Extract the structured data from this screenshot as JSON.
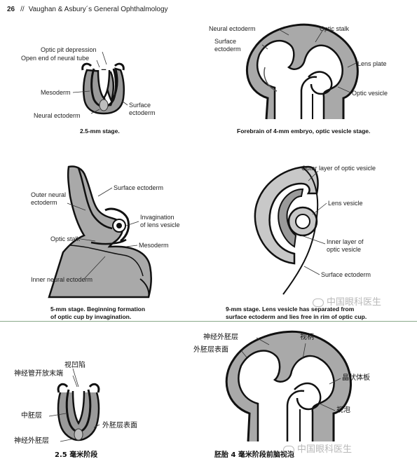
{
  "header": {
    "page_number": "26",
    "separator": "//",
    "book_title": "Vaughan & Asbury´s General Ophthalmology"
  },
  "top": {
    "fig1": {
      "labels": {
        "optic_pit": "Optic pit depression",
        "open_end": "Open end of neural tube",
        "mesoderm": "Mesoderm",
        "surface": "Surface",
        "surface2": "ectoderm",
        "neural": "Neural ectoderm"
      },
      "caption": "2.5-mm stage."
    },
    "fig2": {
      "labels": {
        "neural": "Neural ectoderm",
        "surface": "Surface",
        "surface2": "ectoderm",
        "optic_stalk": "Optic stalk",
        "lens_plate": "Lens plate",
        "optic_vesicle": "Optic vesicle"
      },
      "caption": "Forebrain of 4-mm embryo, optic vesicle stage."
    },
    "fig3": {
      "labels": {
        "surface": "Surface ectoderm",
        "outer1": "Outer neural",
        "outer2": "ectoderm",
        "invag1": "Invagination",
        "invag2": "of lens vesicle",
        "optic_stalk": "Optic stalk",
        "mesoderm": "Mesoderm",
        "inner": "Inner neural ectoderm"
      },
      "caption1": "5-mm stage. Beginning formation",
      "caption2": "of optic cup by invagination."
    },
    "fig4": {
      "labels": {
        "outer_layer": "Outer layer of optic vesicle",
        "lens_vesicle": "Lens vesicle",
        "inner1": "Inner layer of",
        "inner2": "optic vesicle",
        "surface": "Surface ectoderm"
      },
      "caption1": "9-mm stage. Lens vesicle has separated from",
      "caption2": "surface ectoderm and lies free in rim of optic cup."
    }
  },
  "bottom": {
    "fig1": {
      "labels": {
        "optic_pit": "视凹陷",
        "open_end": "神经管开放末端",
        "mesoderm": "中胚层",
        "surface": "外胚层表面",
        "neural": "神经外胚层"
      },
      "caption": "2.5 毫米阶段"
    },
    "fig2": {
      "labels": {
        "neural": "神经外胚层",
        "surface": "外胚层表面",
        "optic_stalk": "视柄",
        "lens_plate": "晶状体板",
        "optic_vesicle": "视泡"
      },
      "caption": "胚胎 4 毫米阶段前脑视泡"
    }
  },
  "watermarks": {
    "wm1": "中国眼科医生",
    "wm2": "中国眼科医生"
  }
}
